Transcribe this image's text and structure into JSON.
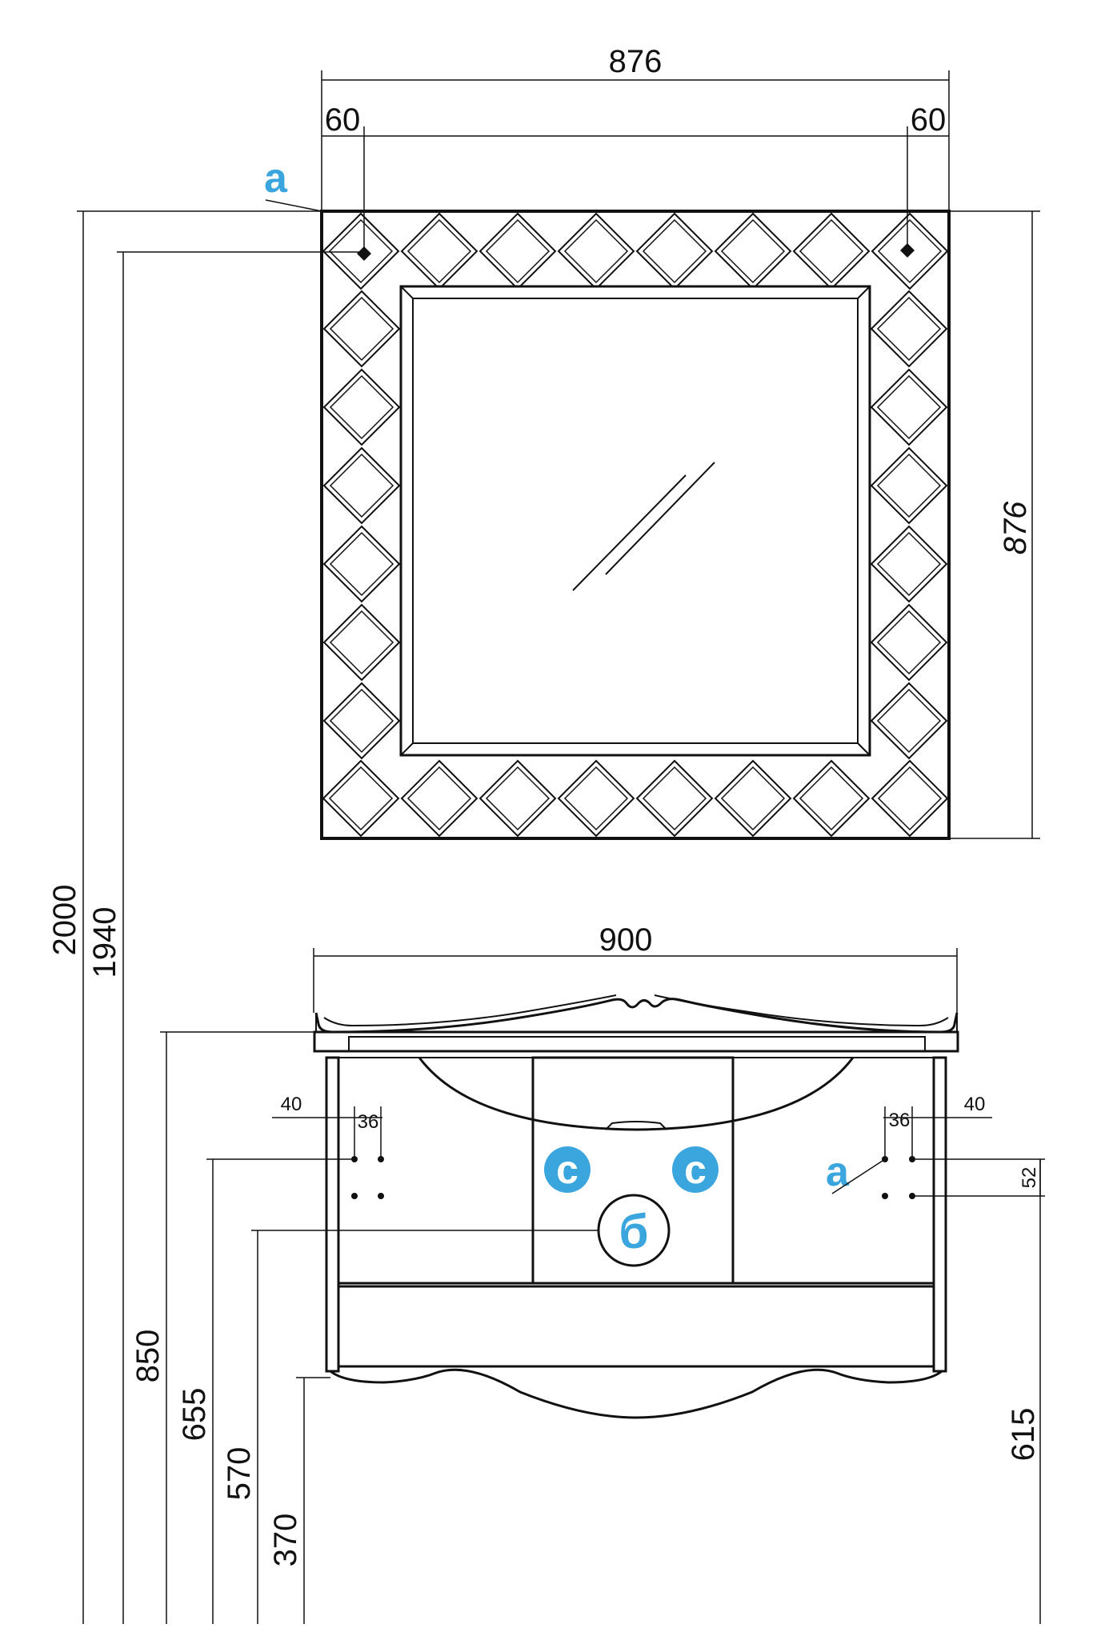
{
  "mirror": {
    "width": "876",
    "height": "876",
    "hole_offset_left": "60",
    "hole_offset_right": "60"
  },
  "cabinet": {
    "width": "900",
    "edge_left": "40",
    "edge_right": "40",
    "hole_spacing_left": "36",
    "hole_spacing_right": "36",
    "hole_vertical": "52"
  },
  "heights": {
    "h2000": "2000",
    "h1940": "1940",
    "h850": "850",
    "h655": "655",
    "h570": "570",
    "h370": "370",
    "h615": "615"
  },
  "markers": {
    "a": "a",
    "c": "c",
    "b": "б"
  },
  "colors": {
    "marker_fill": "#3aa6dd",
    "line": "#111111",
    "background": "#ffffff"
  }
}
